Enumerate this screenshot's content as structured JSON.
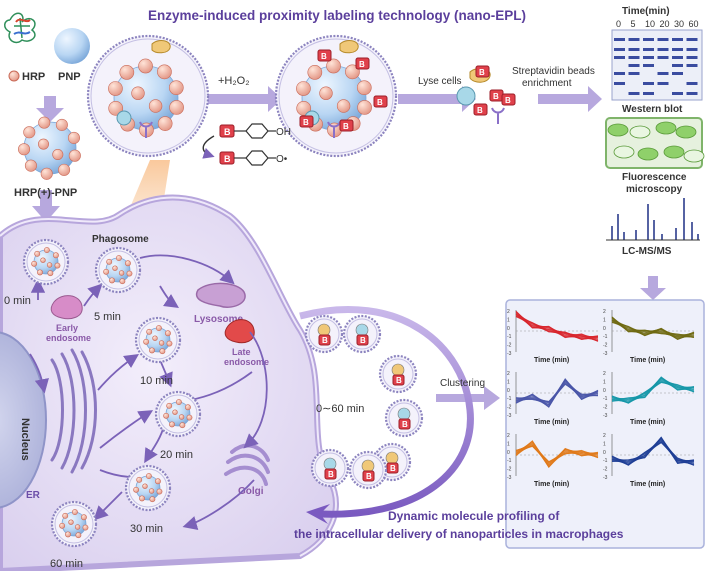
{
  "title": "Enzyme-induced proximity labeling technology (nano-EPL)",
  "subtitle_line1": "Dynamic molecule profiling of",
  "subtitle_line2": "the intracellular delivery of nanoparticles in macrophages",
  "labels": {
    "hrp": "HRP",
    "pnp": "PNP",
    "hrp_pnp": "HRP(+)-PNP",
    "h2o2": "+H₂O₂",
    "lyse": "Lyse cells",
    "strep1": "Streptavidin beads",
    "strep2": "enrichment",
    "phenol_oh": "OH",
    "phenol_o": "O•",
    "biotin": "B",
    "phagosome": "Phagosome",
    "lysosome": "Lysosome",
    "early1": "Early",
    "early2": "endosome",
    "late1": "Late",
    "late2": "endosome",
    "nucleus": "Nucleus",
    "er": "ER",
    "golgi": "Golgi",
    "range": "0∼60 min",
    "clustering": "Clustering"
  },
  "time_points": [
    "0 min",
    "5 min",
    "10 min",
    "20 min",
    "30 min",
    "60 min"
  ],
  "western": {
    "header": "Time(min)",
    "lanes": [
      "0",
      "5",
      "10",
      "20",
      "30",
      "60"
    ],
    "label": "Western blot"
  },
  "fluorescence": {
    "line1": "Fluorescence",
    "line2": "microscopy"
  },
  "lcms": {
    "label": "LC-MS/MS"
  },
  "clusters": {
    "xlabel": "Time (min)",
    "yticks": [
      "2",
      "1",
      "0",
      "-1",
      "-2",
      "-3"
    ],
    "colors": [
      "#d8262c",
      "#6f6a12",
      "#4a55a8",
      "#1697a8",
      "#e07a1a",
      "#1f3f96"
    ]
  }
}
